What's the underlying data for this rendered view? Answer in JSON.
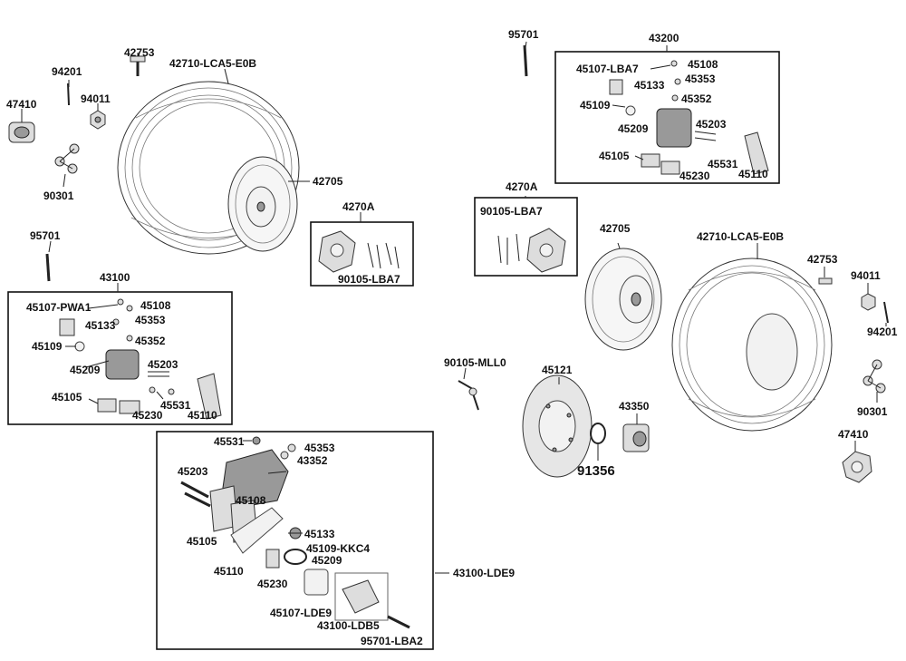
{
  "labels": {
    "l_94201": "94201",
    "l_42753": "42753",
    "l_42710": "42710-LCA5-E0B",
    "l_47410": "47410",
    "l_94011": "94011",
    "l_90301": "90301",
    "l_42705": "42705",
    "l_4270A": "4270A",
    "l_90105_lba7": "90105-LBA7",
    "l_95701": "95701",
    "l_43100": "43100",
    "l_45107_pwa1": "45107-PWA1",
    "l_45108": "45108",
    "l_45133": "45133",
    "l_45353": "45353",
    "l_45109": "45109",
    "l_45352": "45352",
    "l_45209": "45209",
    "l_45203": "45203",
    "l_45105": "45105",
    "l_45531": "45531",
    "l_45230": "45230",
    "l_45110": "45110",
    "r_95701": "95701",
    "r_43200": "43200",
    "r_45107_lba7": "45107-LBA7",
    "r_45108": "45108",
    "r_45353": "45353",
    "r_45133": "45133",
    "r_45352": "45352",
    "r_45109": "45109",
    "r_45203": "45203",
    "r_45209": "45209",
    "r_45105": "45105",
    "r_45531": "45531",
    "r_45230": "45230",
    "r_45110": "45110",
    "r_4270A": "4270A",
    "r_90105_lba7": "90105-LBA7",
    "r_42705": "42705",
    "r_42710": "42710-LCA5-E0B",
    "r_42753": "42753",
    "r_94011": "94011",
    "r_94201": "94201",
    "r_90105_mll0": "90105-MLL0",
    "r_45121": "45121",
    "r_43350": "43350",
    "r_91356": "91356",
    "r_90301": "90301",
    "r_47410": "47410",
    "b_45531": "45531",
    "b_45353": "45353",
    "b_43352": "43352",
    "b_45203": "45203",
    "b_45108": "45108",
    "b_45105": "45105",
    "b_45133": "45133",
    "b_45109_kkc4": "45109-KKC4",
    "b_45209": "45209",
    "b_45110": "45110",
    "b_45230": "45230",
    "b_43100_lde9": "43100-LDE9",
    "b_45107_lde9": "45107-LDE9",
    "b_43100_ldb5": "43100-LDB5",
    "b_95701_lba2": "95701-LBA2"
  }
}
